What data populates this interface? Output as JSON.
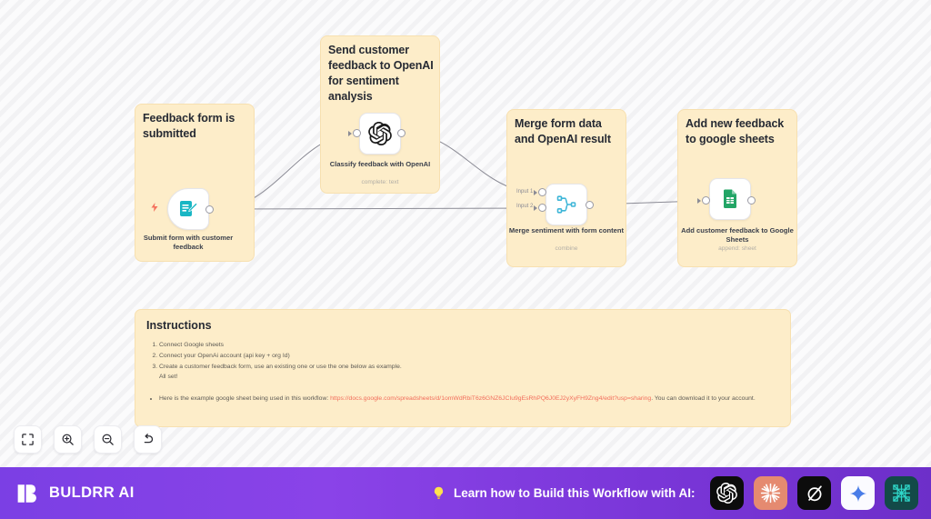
{
  "canvas": {
    "groups": [
      {
        "id": "trigger",
        "title": "Feedback form is submitted"
      },
      {
        "id": "openai",
        "title": "Send customer feedback to OpenAI for sentiment analysis"
      },
      {
        "id": "merge",
        "title": "Merge form data and OpenAI result"
      },
      {
        "id": "sheets",
        "title": "Add new feedback to google sheets"
      }
    ],
    "nodes": [
      {
        "id": "form",
        "icon": "form-clipboard-pencil-icon",
        "caption": "Submit form with customer feedback",
        "subtitle": ""
      },
      {
        "id": "openai",
        "icon": "openai-icon",
        "caption": "Classify feedback with OpenAI",
        "subtitle": "complete: text"
      },
      {
        "id": "merge",
        "icon": "merge-branch-icon",
        "caption": "Merge sentiment with form content",
        "subtitle": "combine"
      },
      {
        "id": "sheets",
        "icon": "google-sheets-icon",
        "caption": "Add customer feedback to Google Sheets",
        "subtitle": "append: sheet"
      }
    ],
    "ports": {
      "merge_input_1": "Input 1",
      "merge_input_2": "Input 2"
    }
  },
  "instructions": {
    "title": "Instructions",
    "steps": [
      "Connect Google sheets",
      "Connect your OpenAi account (api key + org Id)",
      "Create a customer feedback form, use an existing one or use the one below as example."
    ],
    "all_set": "All set!",
    "note_prefix": "Here is the example google sheet being used in this workflow: ",
    "note_link": "https://docs.google.com/spreadsheets/d/1omWdRbiT6z6GNZ6JCIu9gEsRhPQ6J0EJ2yXyFH9Zng4/edit?usp=sharing",
    "note_suffix": ". You can download it to your account."
  },
  "toolbar": {
    "buttons": [
      {
        "name": "fit-to-screen-button",
        "icon": "fit-screen-icon"
      },
      {
        "name": "zoom-in-button",
        "icon": "zoom-in-icon"
      },
      {
        "name": "zoom-out-button",
        "icon": "zoom-out-icon"
      },
      {
        "name": "reset-view-button",
        "icon": "undo-arrow-icon"
      }
    ]
  },
  "bottombar": {
    "brand": "BULDRR AI",
    "brand_logo": "buldrr-b-logo",
    "cta_icon": "lightbulb-icon",
    "cta_text": "Learn how to Build this Workflow with AI:",
    "ai_logos": [
      {
        "name": "openai-logo",
        "label": "OpenAI"
      },
      {
        "name": "claude-logo",
        "label": "Claude"
      },
      {
        "name": "grok-logo",
        "label": "Grok"
      },
      {
        "name": "gemini-logo",
        "label": "Gemini"
      },
      {
        "name": "mistral-logo",
        "label": "Mistral"
      }
    ]
  },
  "colors": {
    "group_bg": "#fdedc9",
    "group_border": "#f7e0b0",
    "accent_purple": "#7b3fe4",
    "link": "#f26c5a",
    "edge": "#8b8b95"
  }
}
